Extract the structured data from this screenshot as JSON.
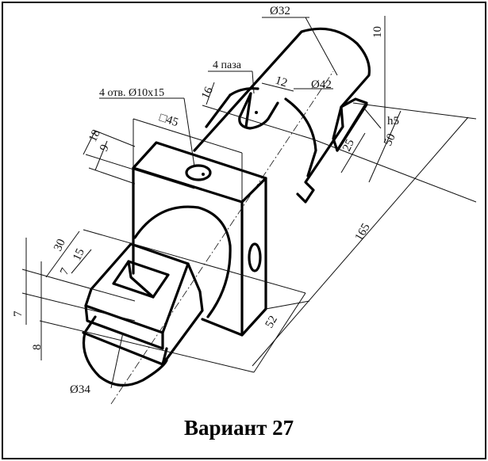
{
  "drawing": {
    "title": "Вариант 27",
    "dimensions": {
      "d32": "Ø32",
      "d10": "10",
      "slots": "4 паза",
      "d12": "12",
      "d16": "16",
      "d42": "Ø42",
      "holes": "4 отв. Ø10x15",
      "sq45": "□45",
      "d18": "18",
      "d9": "9",
      "h5": "h5",
      "d25": "25",
      "d50": "50",
      "d165": "165",
      "d30": "30",
      "d15": "15",
      "d7a": "7",
      "d7b": "7",
      "d8": "8",
      "d52": "52",
      "d34": "Ø34"
    }
  }
}
